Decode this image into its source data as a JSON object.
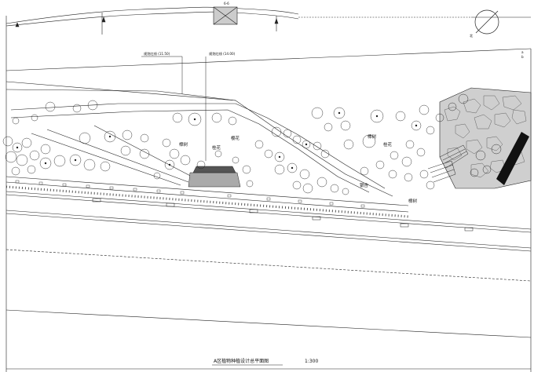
{
  "plan": {
    "title": "A区植物种植设计总平面图",
    "scale": "1:300",
    "north_mark": "北",
    "callouts": [
      {
        "text": "规划红线 (11.50)"
      },
      {
        "text": "规划红线 (14.00)"
      }
    ],
    "plant_labels": [
      "樟树",
      "樱花",
      "桂花",
      "樟树",
      "桂花",
      "银杏",
      "樟树"
    ],
    "edge_marks": [
      "a",
      "b"
    ]
  }
}
